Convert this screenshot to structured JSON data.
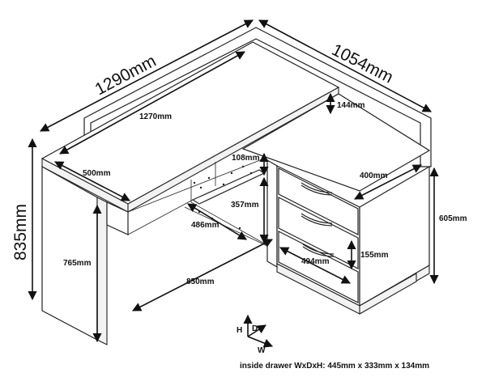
{
  "dimensions": {
    "overall_length": "1290mm",
    "overall_depth": "1054mm",
    "overall_height": "835mm",
    "top_length": "1270mm",
    "top_depth": "500mm",
    "shelf_gap": "144mm",
    "side_depth": "400mm",
    "cabinet_height": "605mm",
    "upper_opening": "108mm",
    "opening_height": "357mm",
    "shelf_depth": "486mm",
    "knee_height": "765mm",
    "knee_width": "850mm",
    "drawer_width": "494mm",
    "drawer_height": "155mm"
  },
  "axes": {
    "h": "H",
    "d": "D",
    "w": "W"
  },
  "footer_note": "inside drawer WxDxH: 445mm x 333mm x 134mm"
}
